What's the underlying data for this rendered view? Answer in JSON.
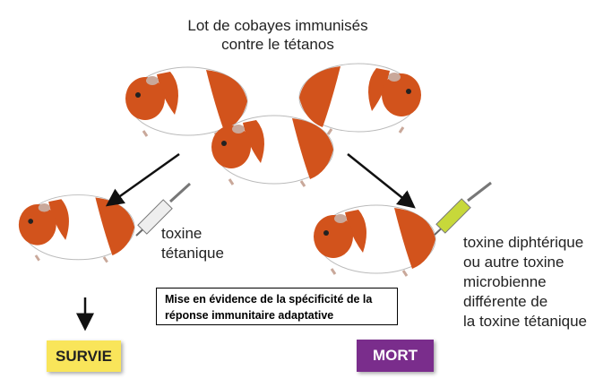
{
  "title": [
    "Lot de cobayes immunisés",
    "contre le tétanos"
  ],
  "left_injection": [
    "toxine",
    "tétanique"
  ],
  "right_injection": [
    "toxine diphtérique",
    "ou autre toxine",
    "microbienne",
    "différente de",
    "la toxine tétanique"
  ],
  "caption": [
    "Mise en évidence de la spécificité de la",
    "réponse immunitaire adaptative"
  ],
  "result_left": {
    "label": "SURVIE",
    "color": "#f9e55a"
  },
  "result_right": {
    "label": "MORT",
    "color": "#7a2d8c"
  },
  "colors": {
    "fur": "#d2531c",
    "liquid": "#c7d83a"
  }
}
